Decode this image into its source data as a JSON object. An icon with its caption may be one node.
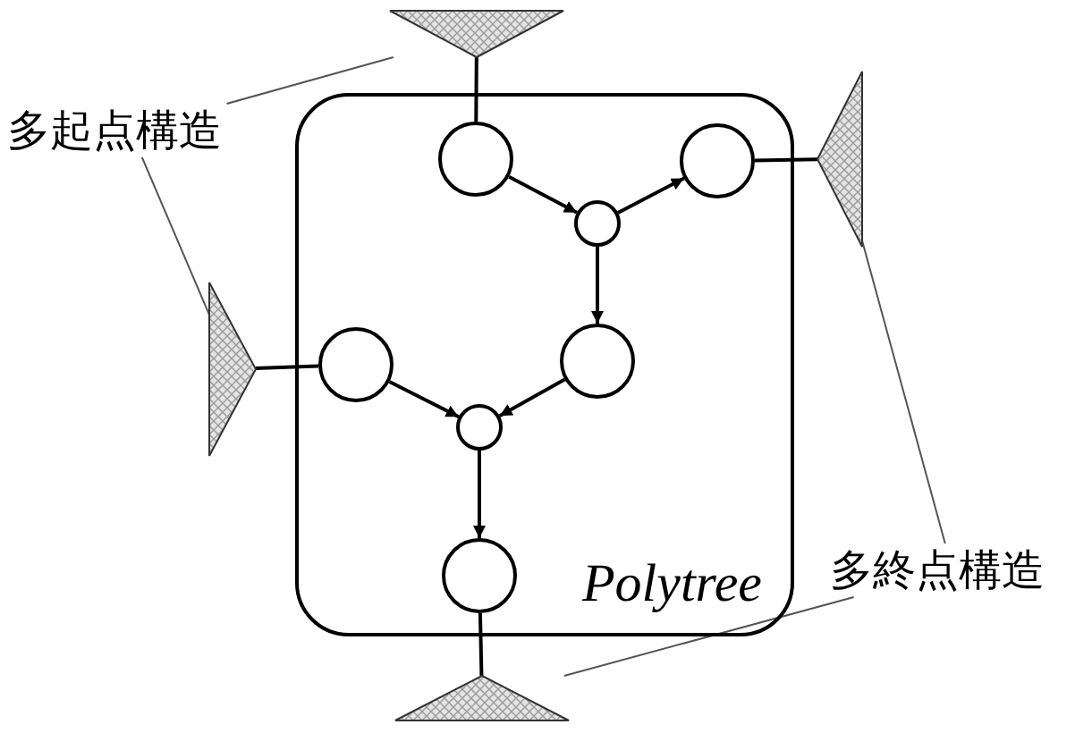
{
  "diagram": {
    "nodes": [
      {
        "text": [
          "多起点構造"
        ]
      },
      {
        "text": [],
        "shape": "triangle"
      },
      {
        "text": [
          "Polytree"
        ]
      },
      {
        "text": [],
        "shape": "circle",
        "in": 2
      },
      {
        "text": [],
        "shape": "circle",
        "in": 2
      },
      {
        "text": [],
        "shape": "circle",
        "in": 2
      },
      {
        "text": [],
        "shape": "circle",
        "in": 2
      },
      {
        "text": [],
        "shape": "circle",
        "in": 2
      },
      {
        "text": [],
        "shape": "circle",
        "in": 2
      },
      {
        "text": [],
        "shape": "circle",
        "in": 2
      },
      {
        "text": [],
        "shape": "triangle"
      },
      {
        "text": [],
        "shape": "triangle"
      },
      {
        "text": [],
        "shape": "triangle"
      },
      {
        "text": [
          "多終点構造"
        ]
      }
    ],
    "edges": [
      {
        "from": 1,
        "to": 3,
        "arrow": "none"
      },
      {
        "from": 3,
        "to": 5,
        "arrow": "to"
      },
      {
        "from": 5,
        "to": 4,
        "arrow": "to"
      },
      {
        "from": 4,
        "to": 10,
        "arrow": "none"
      },
      {
        "from": 5,
        "to": 6,
        "arrow": "to"
      },
      {
        "from": 11,
        "to": 7,
        "arrow": "none"
      },
      {
        "from": 7,
        "to": 8,
        "arrow": "to"
      },
      {
        "from": 6,
        "to": 8,
        "arrow": "to"
      },
      {
        "from": 8,
        "to": 9,
        "arrow": "to"
      },
      {
        "from": 9,
        "to": 12,
        "arrow": "none"
      },
      {
        "from": 0,
        "to": 1,
        "arrow": "none",
        "color": "#555555"
      },
      {
        "from": 0,
        "to": 11,
        "arrow": "none",
        "color": "#555555"
      },
      {
        "from": 13,
        "to": 10,
        "arrow": "none",
        "color": "#555555"
      },
      {
        "from": 13,
        "to": 12,
        "arrow": "none",
        "color": "#555555"
      }
    ]
  }
}
